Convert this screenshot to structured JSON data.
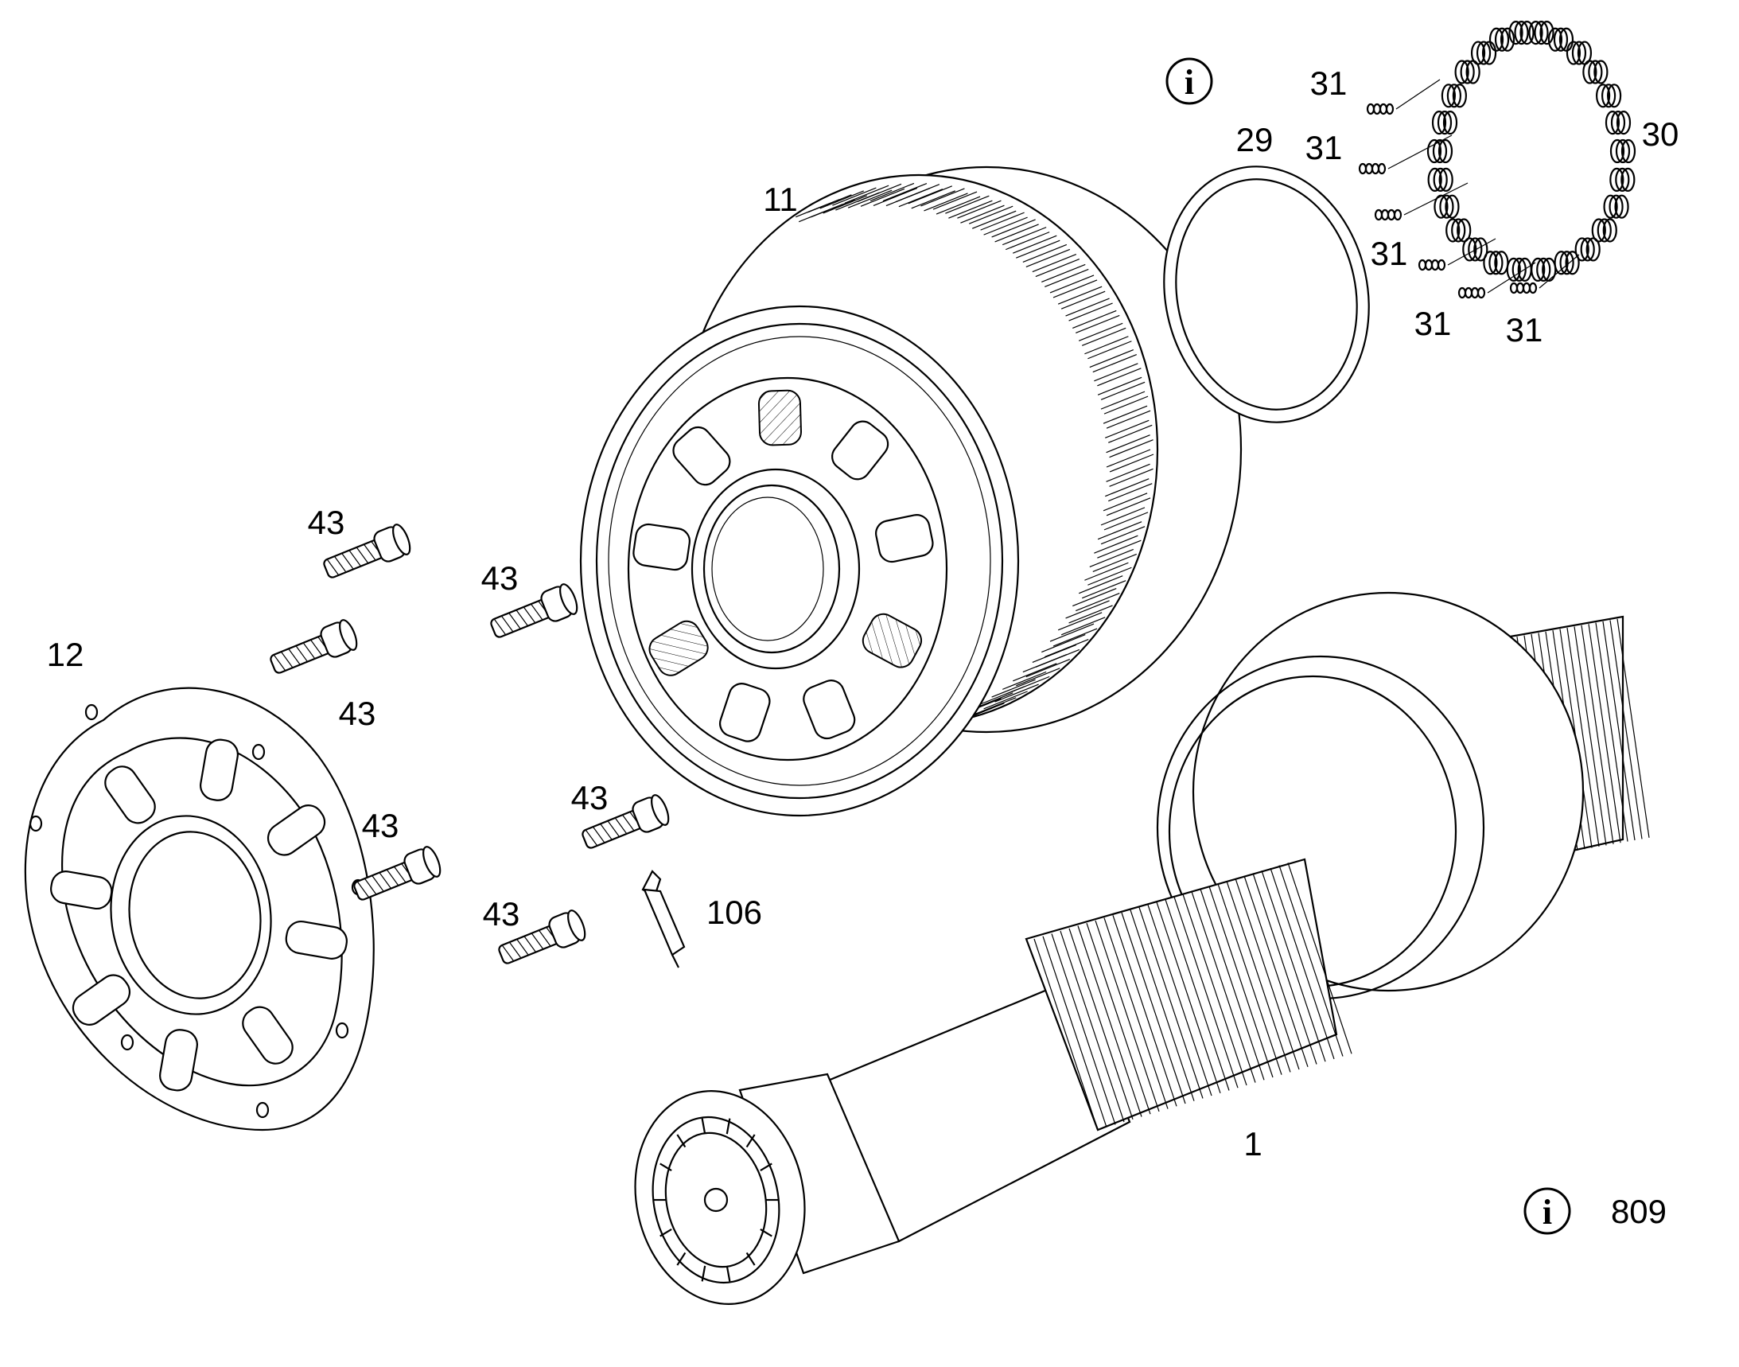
{
  "labels": {
    "part_1": "1",
    "part_11": "11",
    "part_12": "12",
    "part_29": "29",
    "part_30": "30",
    "part_31_a": "31",
    "part_31_b": "31",
    "part_31_c": "31",
    "part_31_d": "31",
    "part_31_e": "31",
    "part_43_a": "43",
    "part_43_b": "43",
    "part_43_c": "43",
    "part_43_d": "43",
    "part_43_e": "43",
    "part_43_f": "43",
    "part_106": "106",
    "info_ref": "809"
  },
  "icons": {
    "info_symbol": "i",
    "info_icon_name": "info-circle-icon"
  }
}
